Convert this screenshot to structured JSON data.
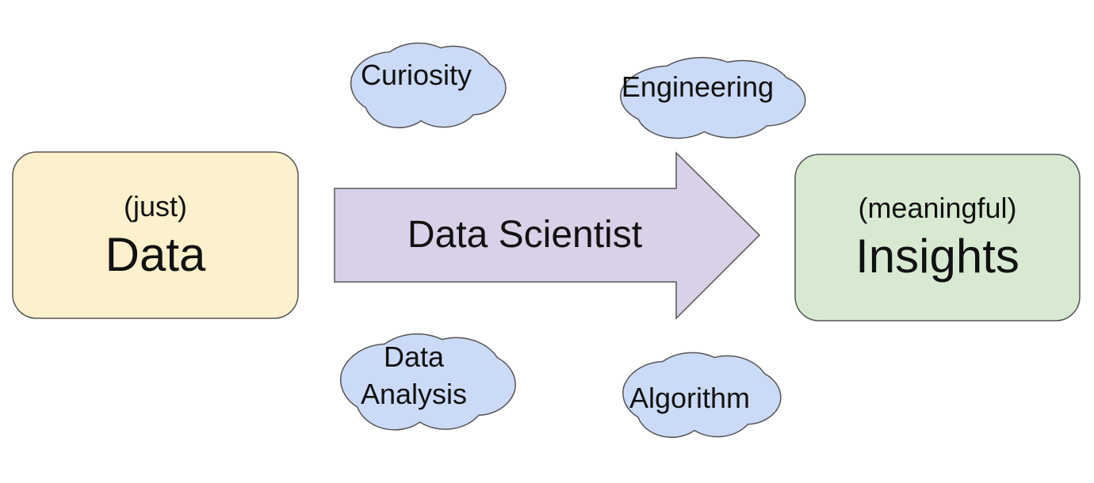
{
  "colors": {
    "source_fill": "#fdf0cc",
    "target_fill": "#d8e9d2",
    "arrow_fill": "#d9d1e8",
    "cloud_fill": "#cbdaf6",
    "stroke": "#555555"
  },
  "source": {
    "qualifier": "(just)",
    "title": "Data"
  },
  "process": {
    "label": "Data Scientist"
  },
  "target": {
    "qualifier": "(meaningful)",
    "title": "Insights"
  },
  "skills": [
    {
      "label": "Curiosity"
    },
    {
      "label": "Engineering"
    },
    {
      "label_line1": "Data",
      "label_line2": "Analysis"
    },
    {
      "label": "Algorithm"
    }
  ]
}
